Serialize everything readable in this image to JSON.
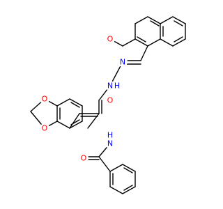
{
  "molecule": {
    "colors": {
      "bond": "#000000",
      "O": "#ff0000",
      "N": "#0000ff"
    },
    "atoms": {
      "o_methoxy": "O",
      "o_dioxole_top": "O",
      "o_dioxole_bottom": "O",
      "o_hydrazide_carbonyl": "O",
      "o_benzamide_carbonyl": "O",
      "n_imine": "N",
      "nh_hydrazide": "N",
      "h_hydrazide": "H",
      "nh_amide": "N",
      "h_amide": "H"
    }
  }
}
